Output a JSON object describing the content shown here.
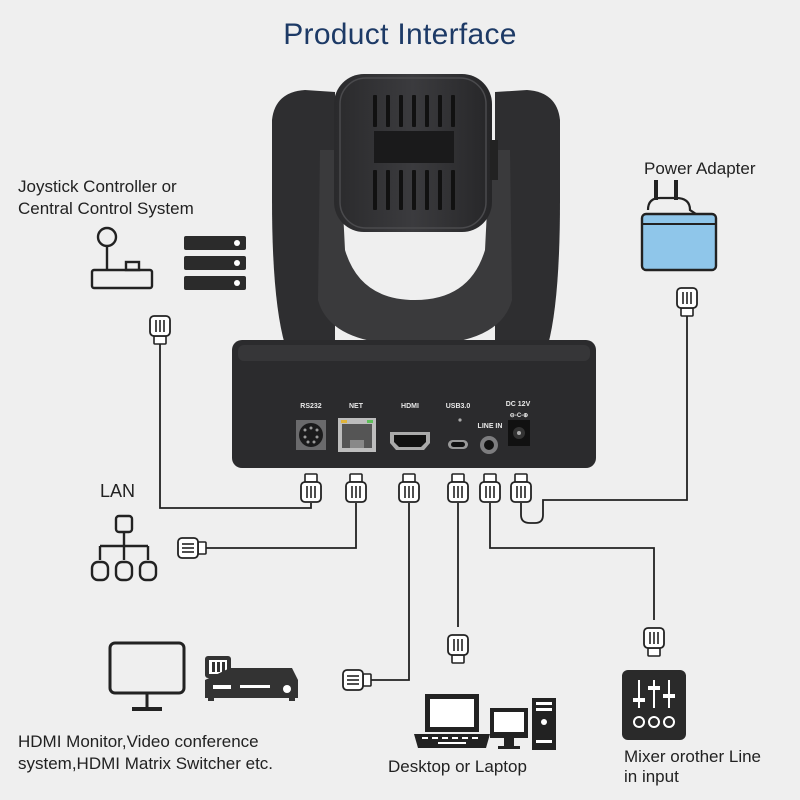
{
  "title": "Product Interface",
  "labels": {
    "joystick": [
      "Joystick Controller or",
      "Central Control System"
    ],
    "power": "Power Adapter",
    "lan": "LAN",
    "hdmi": [
      "HDMI Monitor,Video conference",
      "system,HDMI Matrix Switcher etc."
    ],
    "desktop": "Desktop or Laptop",
    "mixer": [
      "Mixer orother Line",
      "in input"
    ]
  },
  "ports": {
    "rs232": "RS232",
    "net": "NET",
    "hdmi": "HDMI",
    "usb": "USB3.0",
    "linein": "LINE IN",
    "dc": "DC 12V"
  },
  "colors": {
    "title": "#1d3a66",
    "camera": "#2d2d2f",
    "adapter_face": "#8fc6ea"
  }
}
